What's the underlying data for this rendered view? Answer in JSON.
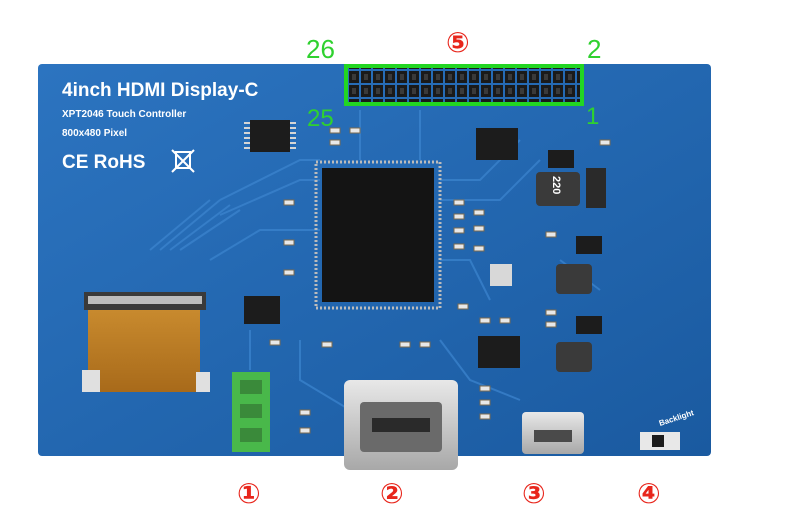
{
  "board": {
    "title": "4inch HDMI Display-C",
    "controller": "XPT2046 Touch Controller",
    "resolution": "800x480 Pixel",
    "certifications": "CE RoHS",
    "backlight_label": "Backlight",
    "inductor_marking": "220"
  },
  "header_pins": {
    "top_left": "26",
    "top_right": "2",
    "bottom_left": "25",
    "bottom_right": "1"
  },
  "callouts": [
    {
      "id": "1",
      "symbol": "①"
    },
    {
      "id": "2",
      "symbol": "②"
    },
    {
      "id": "3",
      "symbol": "③"
    },
    {
      "id": "4",
      "symbol": "④"
    },
    {
      "id": "5",
      "symbol": "⑤"
    }
  ],
  "colors": {
    "pcb": "#1f64ad",
    "highlight": "#22d622",
    "callout": "#e8261c"
  }
}
